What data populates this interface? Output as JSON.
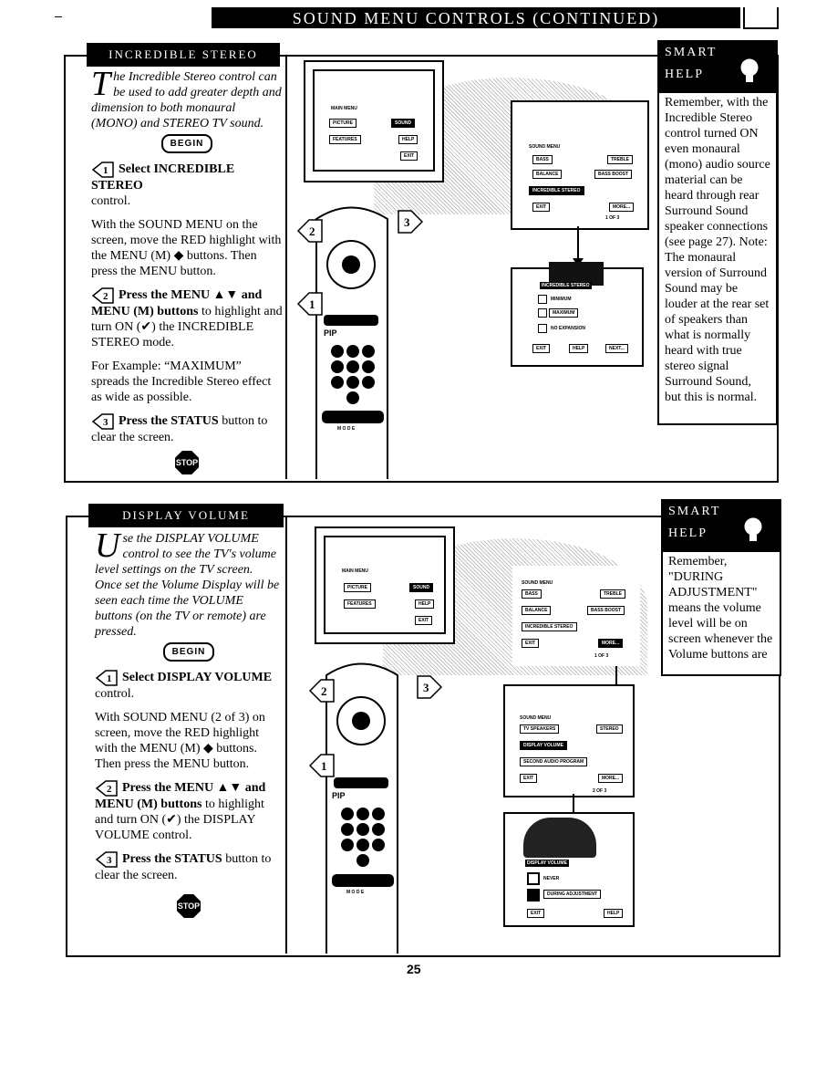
{
  "header": {
    "title": "SOUND MENU CONTROLS (CONTINUED)"
  },
  "section1": {
    "title": "INCREDIBLE STEREO",
    "intro_cap": "T",
    "intro": "he Incredible Stereo control can be used to add greater depth and dimension to both monaural (MONO) and STEREO TV sound.",
    "begin": "BEGIN",
    "step1_num": "1",
    "step1_head": "Select INCREDIBLE STEREO",
    "step1_tail": "control.",
    "step1_body": "With the SOUND MENU on the screen, move the RED highlight with the MENU (M) ◆ buttons. Then press the MENU button.",
    "step2_num": "2",
    "step2_head": "Press the MENU ▲▼ and MENU (M) buttons",
    "step2_tail": "to highlight and turn ON (✔) the INCREDIBLE STEREO mode.",
    "step2_example": "For Example: “MAXIMUM” spreads the Incredible Stereo effect as wide as possible.",
    "step3_num": "3",
    "step3_head": "Press the STATUS",
    "step3_tail": "button to clear the screen.",
    "stop": "STOP",
    "smart_help": {
      "title1": "SMART",
      "title2": "HELP",
      "body": "Remember, with the Incredible Stereo control turned ON even monaural (mono) audio source material can be heard through rear Surround Sound speaker connections (see page 27). Note: The monaural version of Surround Sound may be louder at the rear set of speakers than what is normally heard with true stereo signal Surround Sound, but this is normal."
    },
    "main_menu": {
      "title": "MAIN MENU",
      "picture": "PICTURE",
      "sound": "SOUND",
      "features": "FEATURES",
      "help": "HELP",
      "exit": "EXIT"
    },
    "sound_menu": {
      "title": "SOUND MENU",
      "bass": "BASS",
      "treble": "TREBLE",
      "balance": "BALANCE",
      "bass_boost": "BASS BOOST",
      "incredible": "INCREDIBLE STEREO",
      "exit": "EXIT",
      "more": "MORE...",
      "page": "1 OF 3"
    },
    "inc_menu": {
      "title": "INCREDIBLE STEREO",
      "opt1": "MINIMUM",
      "opt2": "MAXIMUM",
      "opt3": "NO EXPANSION",
      "exit": "EXIT",
      "help": "HELP",
      "next": "NEXT..."
    }
  },
  "section2": {
    "title": "DISPLAY VOLUME",
    "intro_cap": "U",
    "intro": "se the DISPLAY VOLUME control to see the TV's volume level settings on the TV screen. Once set the Volume Display will be seen each time the VOLUME buttons (on the TV or remote) are pressed.",
    "begin": "BEGIN",
    "step1_num": "1",
    "step1_head": "Select DISPLAY VOLUME",
    "step1_tail": "control.",
    "step1_body": "With SOUND MENU (2 of 3) on screen, move the RED highlight with the MENU (M) ◆ buttons. Then press the MENU button.",
    "step2_num": "2",
    "step2_head": "Press the MENU ▲▼ and MENU (M) buttons",
    "step2_tail": "to highlight and turn ON (✔) the DISPLAY VOLUME control.",
    "step3_num": "3",
    "step3_head": "Press the STATUS",
    "step3_tail": "button to clear the screen.",
    "stop": "STOP",
    "smart_help": {
      "title1": "SMART",
      "title2": "HELP",
      "body": "Remember, \"DURING ADJUSTMENT\" means the volume level will be on screen whenever the Volume buttons are"
    },
    "main_menu": {
      "title": "MAIN MENU",
      "picture": "PICTURE",
      "sound": "SOUND",
      "features": "FEATURES",
      "help": "HELP",
      "exit": "EXIT"
    },
    "sound_menu": {
      "title": "SOUND MENU",
      "bass": "BASS",
      "treble": "TREBLE",
      "balance": "BALANCE",
      "bass_boost": "BASS BOOST",
      "incredible": "INCREDIBLE STEREO",
      "exit": "EXIT",
      "more": "MORE...",
      "page": "1 OF 3"
    },
    "sound_menu2": {
      "title": "SOUND MENU",
      "tv_speakers": "TV SPEAKERS",
      "stereo": "STEREO",
      "display_volume": "DISPLAY VOLUME",
      "sap": "SECOND AUDIO PROGRAM",
      "exit": "EXIT",
      "more": "MORE...",
      "page": "2 OF 3"
    },
    "dv_menu": {
      "title": "DISPLAY VOLUME",
      "opt1": "NEVER",
      "opt2": "DURING ADJUSTMENT",
      "exit": "EXIT",
      "help": "HELP"
    }
  },
  "remote": {
    "pip": "PIP",
    "mode": "M O D E"
  },
  "page_number": "25"
}
